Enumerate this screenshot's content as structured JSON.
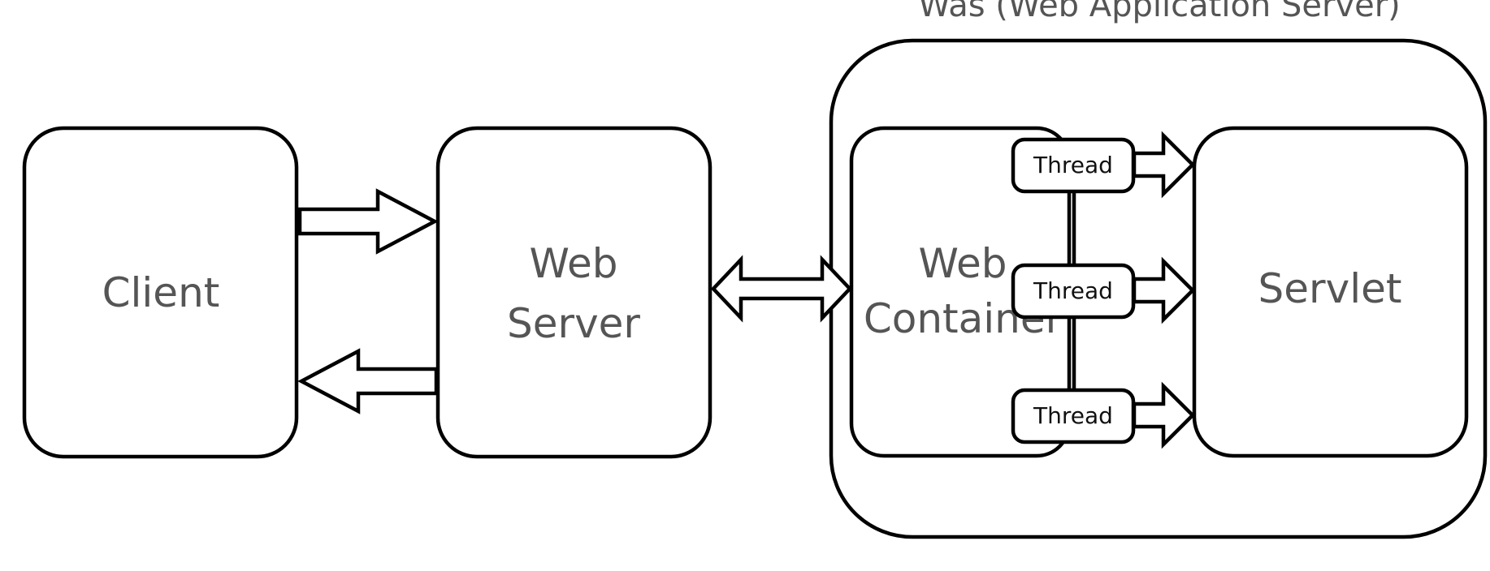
{
  "was": {
    "title": "Was (Web Application Server)"
  },
  "client": {
    "label": "Client"
  },
  "web_server": {
    "line1": "Web",
    "line2": "Server"
  },
  "web_container": {
    "line1": "Web",
    "line2": "Container"
  },
  "threads": [
    {
      "label": "Thread"
    },
    {
      "label": "Thread"
    },
    {
      "label": "Thread"
    }
  ],
  "servlet": {
    "label": "Servlet"
  },
  "colors": {
    "stroke": "#000000",
    "text": "#555555",
    "fill": "#ffffff"
  }
}
